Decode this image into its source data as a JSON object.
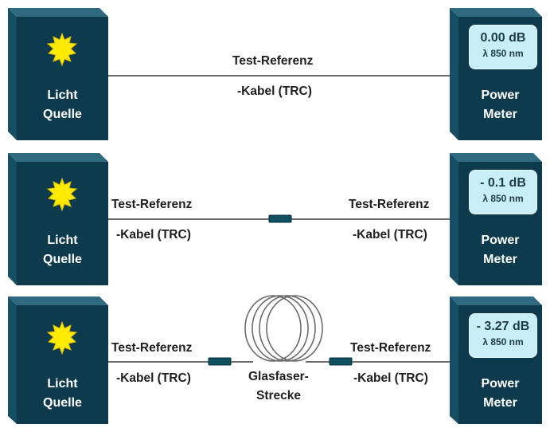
{
  "rows": [
    {
      "source": {
        "line1": "Licht",
        "line2": "Quelle"
      },
      "meter": {
        "reading": "0.00 dB",
        "wavelength": "λ 850 nm",
        "line1": "Power",
        "line2": "Meter"
      },
      "cable": {
        "label1": "Test-Referenz",
        "label2": "-Kabel (TRC)"
      }
    },
    {
      "source": {
        "line1": "Licht",
        "line2": "Quelle"
      },
      "meter": {
        "reading": "- 0.1 dB",
        "wavelength": "λ 850 nm",
        "line1": "Power",
        "line2": "Meter"
      },
      "cable_left": {
        "label1": "Test-Referenz",
        "label2": "-Kabel (TRC)"
      },
      "cable_right": {
        "label1": "Test-Referenz",
        "label2": "-Kabel (TRC)"
      }
    },
    {
      "source": {
        "line1": "Licht",
        "line2": "Quelle"
      },
      "meter": {
        "reading": "- 3.27 dB",
        "wavelength": "λ 850 nm",
        "line1": "Power",
        "line2": "Meter"
      },
      "cable_left": {
        "label1": "Test-Referenz",
        "label2": "-Kabel (TRC)"
      },
      "cable_right": {
        "label1": "Test-Referenz",
        "label2": "-Kabel (TRC)"
      },
      "fiber": {
        "line1": "Glasfaser-",
        "line2": "Strecke"
      }
    }
  ],
  "colors": {
    "box_front": "#0d3b4d",
    "box_top": "#2f6a80",
    "box_side": "#164e63",
    "sun": "#ffea00",
    "screen": "#c8eef7",
    "connector": "#0f4f5f",
    "line": "#6b6b6b"
  },
  "icons": [
    "sun-icon",
    "fiber-coil-icon",
    "connector-icon"
  ]
}
